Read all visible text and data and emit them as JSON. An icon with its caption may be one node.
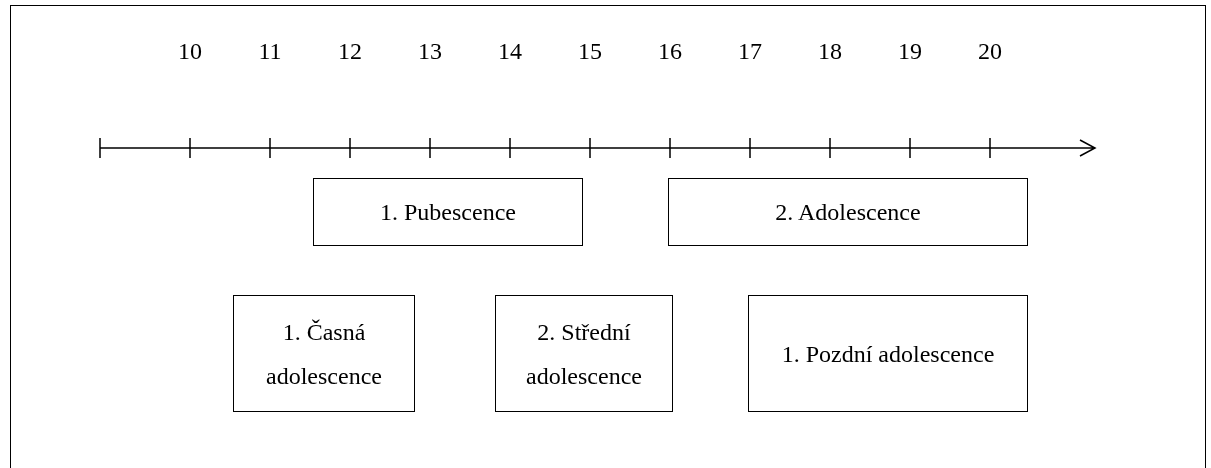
{
  "diagram": {
    "nodes": [
      {
        "text": [
          "1. Pubescence"
        ]
      },
      {
        "text": [
          "2. Adolescence"
        ]
      },
      {
        "text": [
          "1. Časná adolescence"
        ]
      },
      {
        "text": [
          "2. Střední adolescence"
        ]
      },
      {
        "text": [
          "1. Pozdní adolescence"
        ]
      }
    ],
    "labels": [
      "10",
      "11",
      "12",
      "13",
      "14",
      "15",
      "16",
      "17",
      "18",
      "19",
      "20"
    ]
  }
}
